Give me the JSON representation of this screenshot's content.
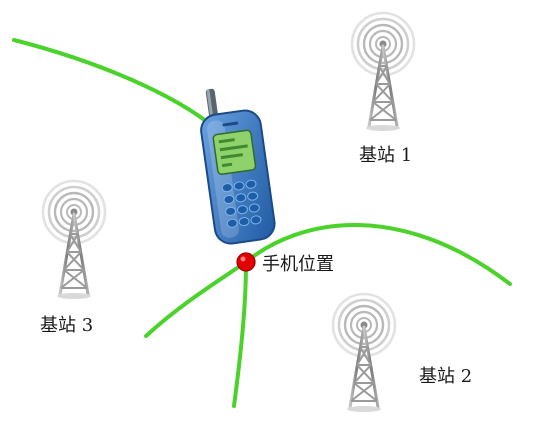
{
  "diagram": {
    "labels": {
      "station1": "基站 1",
      "station2": "基站 2",
      "station3": "基站 3",
      "phone_position": "手机位置"
    },
    "colors": {
      "curve": "#4bd22b",
      "position_dot": "#e00000",
      "tower_metal": "#9a9a9a",
      "signal_ring": "#b5b5b5",
      "phone_body": "#3b78c8",
      "phone_screen": "#8fd16a",
      "phone_keys": "#2d6fb9"
    },
    "icons": {
      "station": "cell-tower-icon",
      "phone": "mobile-phone-icon"
    }
  }
}
